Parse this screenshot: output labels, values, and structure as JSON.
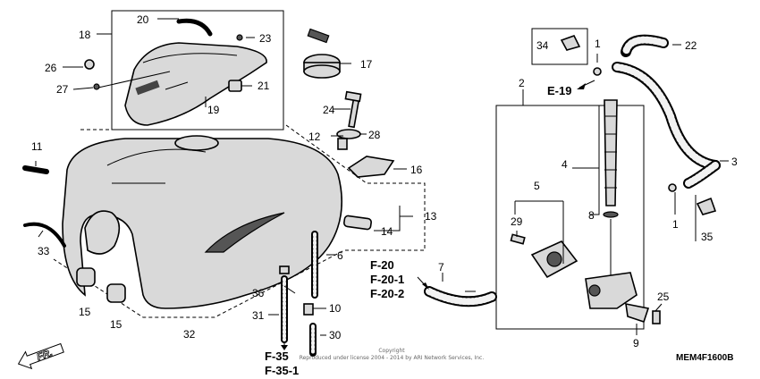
{
  "callouts": {
    "c1": "1",
    "c1b": "1",
    "c2": "2",
    "c3": "3",
    "c4": "4",
    "c5": "5",
    "c6": "6",
    "c7": "7",
    "c8": "8",
    "c9": "9",
    "c10": "10",
    "c11": "11",
    "c12": "12",
    "c13": "13",
    "c14": "14",
    "c15": "15",
    "c15b": "15",
    "c16": "16",
    "c17": "17",
    "c18": "18",
    "c19": "19",
    "c20": "20",
    "c21": "21",
    "c22": "22",
    "c23": "23",
    "c24": "24",
    "c25": "25",
    "c26": "26",
    "c27": "27",
    "c28": "28",
    "c29": "29",
    "c30": "30",
    "c31": "31",
    "c32": "32",
    "c33": "33",
    "c34": "34",
    "c35": "35",
    "c36": "36"
  },
  "references": {
    "e19": "E-19",
    "f20": "F-20",
    "f20_1": "F-20-1",
    "f20_2": "F-20-2",
    "f35": "F-35",
    "f35_1": "F-35-1"
  },
  "direction_label": "FR.",
  "copyright_line1": "Copyright",
  "copyright_line2": "Reproduced under license 2004 - 2014 by ARI Network Services, Inc.",
  "diagram_code": "MEM4F1600B"
}
